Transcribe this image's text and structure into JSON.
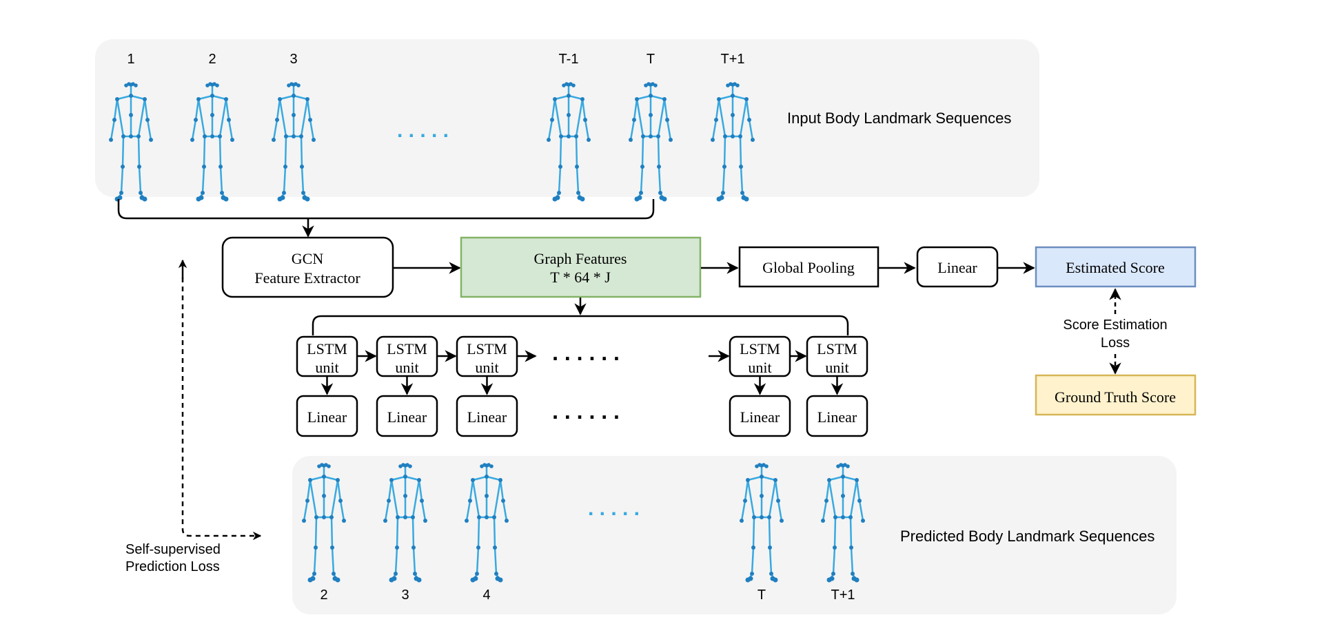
{
  "input_panel": {
    "label": "Input Body Landmark Sequences",
    "frames": [
      "1",
      "2",
      "3",
      "T-1",
      "T",
      "T+1"
    ]
  },
  "predicted_panel": {
    "label": "Predicted Body Landmark Sequences",
    "frames": [
      "2",
      "3",
      "4",
      "T",
      "T+1"
    ]
  },
  "gcn": {
    "line1": "GCN",
    "line2": "Feature Extractor"
  },
  "graph_features": {
    "line1": "Graph Features",
    "line2": "T * 64 * J"
  },
  "global_pooling": "Global Pooling",
  "linear_label": "Linear",
  "estimated_score": "Estimated Score",
  "ground_truth_score": "Ground Truth Score",
  "score_loss": {
    "line1": "Score Estimation",
    "line2": "Loss"
  },
  "prediction_loss": {
    "line1": "Self-supervised",
    "line2": "Prediction Loss"
  },
  "lstm": {
    "line1": "LSTM",
    "line2": "unit"
  },
  "ellipsis": ". . . . . .",
  "skeleton_ellipsis": ". . . . .",
  "colors": {
    "panel": "#f4f4f4",
    "skeleton": "#39a9e0",
    "joint": "#1f7fc0",
    "graph_fill": "#d5e8d4",
    "graph_stroke": "#82b366",
    "estimated_fill": "#dae8fc",
    "estimated_stroke": "#6c8ebf",
    "truth_fill": "#fff2cc",
    "truth_stroke": "#d6b656"
  }
}
